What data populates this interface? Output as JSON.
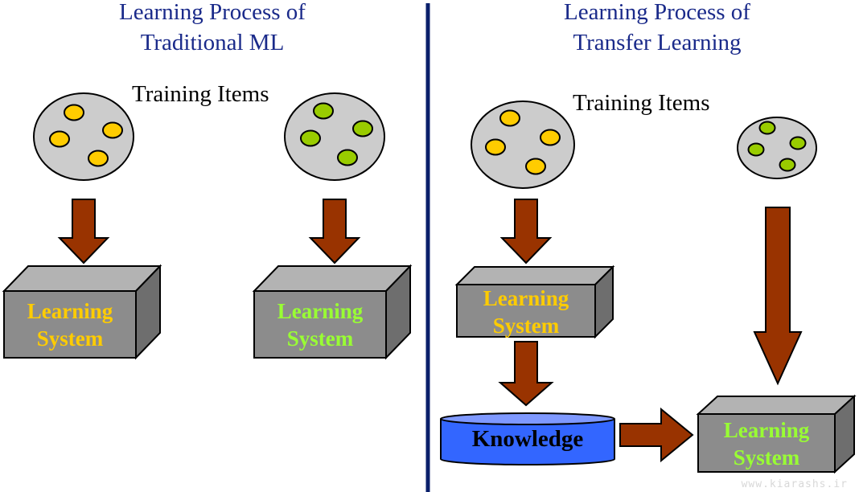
{
  "left_panel": {
    "title_line1": "Learning Process of",
    "title_line2": "Traditional ML",
    "training_label": "Training Items",
    "system1": {
      "line1": "Learning",
      "line2": "System"
    },
    "system2": {
      "line1": "Learning",
      "line2": "System"
    }
  },
  "right_panel": {
    "title_line1": "Learning Process of",
    "title_line2": "Transfer Learning",
    "training_label": "Training Items",
    "source_system": {
      "line1": "Learning",
      "line2": "System"
    },
    "knowledge": "Knowledge",
    "target_system": {
      "line1": "Learning",
      "line2": "System"
    }
  },
  "watermark": "www.kiarashs.ir",
  "colors": {
    "title": "#1a2a8a",
    "divider": "#0a1f6b",
    "arrow_fill": "#993300",
    "box_front": "#8c8c8c",
    "source_item": "#ffcc00",
    "target_item": "#99cc00",
    "source_text": "#ffcc00",
    "target_text": "#99ff33",
    "knowledge_fill": "#3366ff"
  }
}
